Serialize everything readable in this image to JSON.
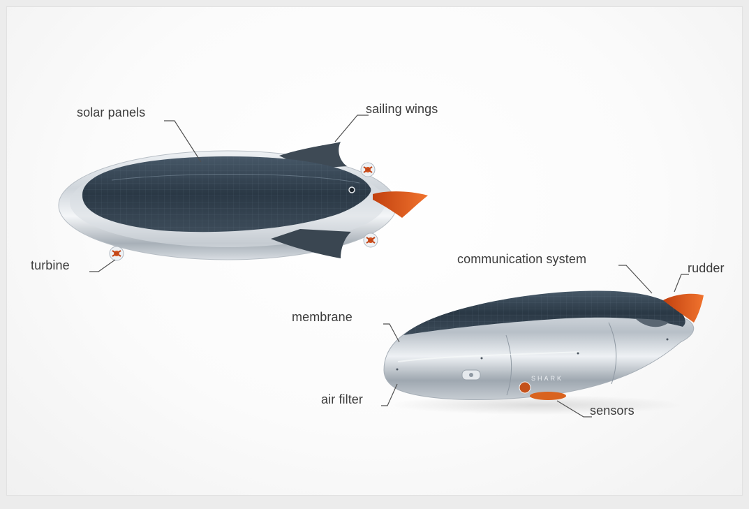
{
  "labels": {
    "solar_panels": "solar panels",
    "sailing_wings": "sailing wings",
    "turbine": "turbine",
    "communication_system": "communication system",
    "rudder": "rudder",
    "membrane": "membrane",
    "air_filter": "air filter",
    "sensors": "sensors"
  },
  "hull_text": "SHARK",
  "colors": {
    "background": "#ffffff",
    "hull_silver": "#c9cfd6",
    "solar_panel_dark": "#2f3e4b",
    "rudder_orange": "#e4581e",
    "label_text": "#3c3c3c",
    "leader_line": "#505050"
  }
}
